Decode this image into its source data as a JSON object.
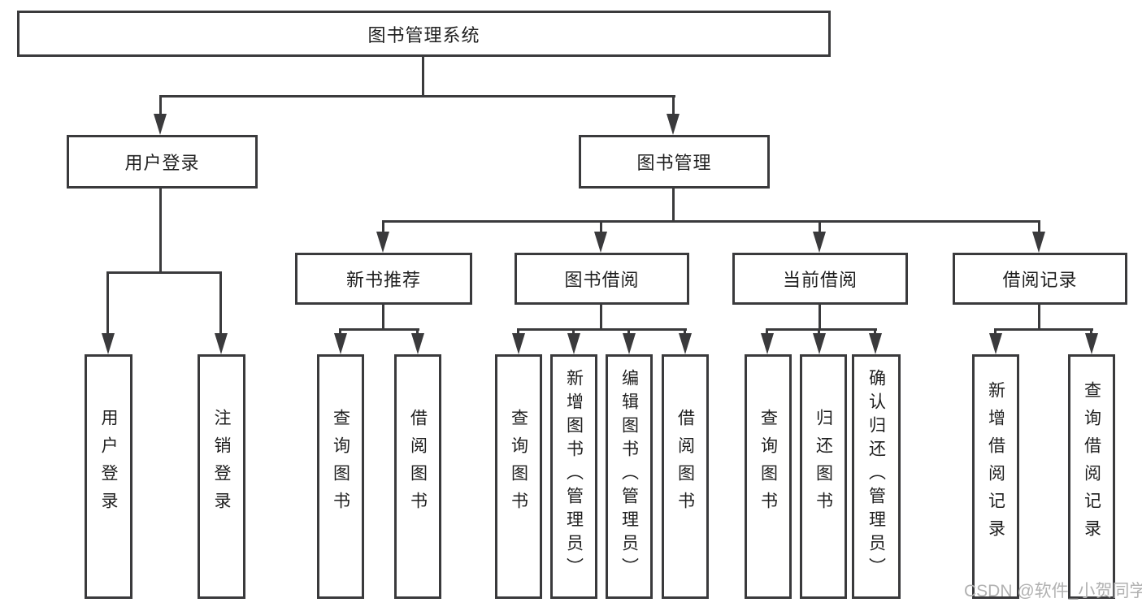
{
  "tree": {
    "root": {
      "label": "图书管理系统"
    },
    "branches": [
      {
        "label": "用户登录",
        "children": [
          {
            "label": "用户登录"
          },
          {
            "label": "注销登录"
          }
        ]
      },
      {
        "label": "图书管理",
        "children": [
          {
            "label": "新书推荐",
            "children": [
              {
                "label": "查询图书"
              },
              {
                "label": "借阅图书"
              }
            ]
          },
          {
            "label": "图书借阅",
            "children": [
              {
                "label": "查询图书"
              },
              {
                "label": "新增图书（管理员）"
              },
              {
                "label": "编辑图书（管理员）"
              },
              {
                "label": "借阅图书"
              }
            ]
          },
          {
            "label": "当前借阅",
            "children": [
              {
                "label": "查询图书"
              },
              {
                "label": "归还图书"
              },
              {
                "label": "确认归还（管理员）"
              }
            ]
          },
          {
            "label": "借阅记录",
            "children": [
              {
                "label": "新增借阅记录"
              },
              {
                "label": "查询借阅记录"
              }
            ]
          }
        ]
      }
    ]
  },
  "watermark": {
    "text": "CSDN @软件_小贺同学"
  },
  "colors": {
    "line": "#3a3a3c",
    "text": "#1f1f1f",
    "background": "#ffffff",
    "watermark": "#b1b1b1"
  }
}
